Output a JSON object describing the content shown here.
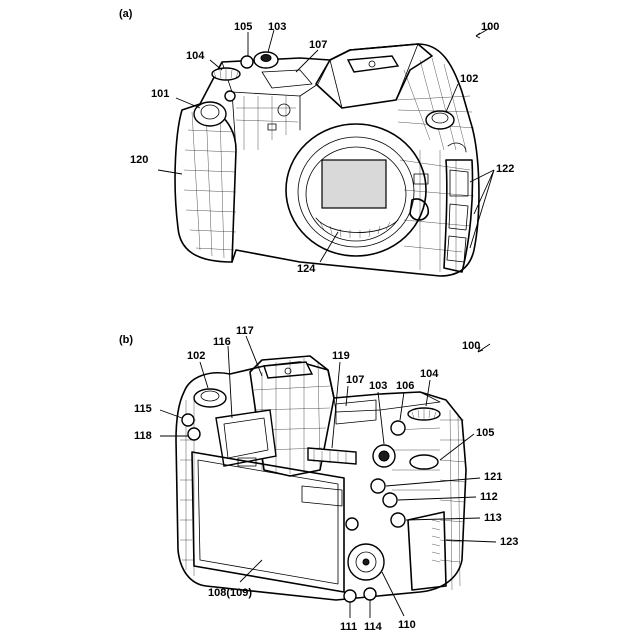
{
  "figure_a": {
    "panel_label": "(a)",
    "labels": {
      "camera": "100",
      "release_button": "101",
      "power_switch": "102",
      "mode_dial": "103",
      "dial_104": "104",
      "button_105": "105",
      "top_display": "107",
      "grip": "120",
      "terminal_covers": "122",
      "mount": "124"
    }
  },
  "figure_b": {
    "panel_label": "(b)",
    "labels": {
      "camera": "100",
      "power_switch": "102",
      "top_display": "107",
      "mode_dial": "103",
      "button_106": "106",
      "dial_104": "104",
      "button_105": "105",
      "dial_115": "115",
      "button_116": "116",
      "eyepiece": "117",
      "button_118": "118",
      "button_119": "119",
      "button_121": "121",
      "button_112": "112",
      "button_113": "113",
      "card_cover": "123",
      "display": "108(109)",
      "button_111": "111",
      "button_114": "114",
      "controller_110": "110"
    }
  }
}
